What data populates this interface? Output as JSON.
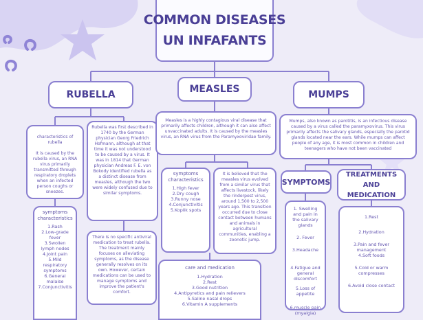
{
  "title": {
    "line1": "COMMON DISEASES",
    "line2": "UN INFAFANTS"
  },
  "rubella": {
    "heading": "RUBELLA",
    "characteristics": "characteristics of rubella\n\nIt is caused by the rubella virus, an RNA virus primarily transmitted through respiratory droplets when an infected person coughs or sneezes.",
    "history": "Rubella was first described in 1740 by the German physician Georg Friedrich Hofmann, although at that time it was not understood to be caused by a virus. It was in 1814 that German physician Andreas F. E. von Bokody identified rubella as a distinct disease from measles, although the two were widely confused due to similar symptoms.",
    "symptoms_title": "symptoms characteristics",
    "symptoms": [
      "1.Rash",
      "2.Low-grade fever",
      "3.Swollen lymph nodes",
      "4.Joint pain",
      "5.Mild respiratory symptoms",
      "6.General malaise",
      "7.Conjunctivitis"
    ],
    "treatment": "There is no specific antiviral medication to treat rubella. The treatment mainly focuses on alleviating symptoms, as the disease generally resolves on its own. However, certain medications can be used to manage symptoms and improve the patient's comfort."
  },
  "measles": {
    "heading": "MEASLES",
    "description": "Measles is a highly contagious viral disease that primarily affects children, although it can also affect unvaccinated adults. It is caused by the measles virus, an RNA virus from the Paramyxoviridae family.",
    "symptoms_title": "symptoms characteristics",
    "symptoms": [
      "1.High fever",
      "2.Dry cough",
      "3.Runny nose",
      "4.Conjunctivitis",
      "5.Koplik spots"
    ],
    "origin": "It is believed that the measles virus evolved from a similar virus that affects livestock, likely the rinderpest virus, around 1,500 to 2,500 years ago. This transition occurred due to close contact between humans and animals in agricultural communities, enabling a zoonotic jump.",
    "care_title": "care and medication",
    "care": [
      "1.Hydration",
      "2.Rest",
      "3.Good nutrition",
      "4.Antipyretics and pain relievers",
      "5.Saline nasal drops",
      "6.Vitamin A supplements"
    ]
  },
  "mumps": {
    "heading": "MUMPS",
    "description": "Mumps, also known as parotitis, is an infectious disease caused by a virus called the paramyxovirus. This virus primarily affects the salivary glands, especially the parotid glands located near the ears. While mumps can affect people of any age, it is most common in children and teenagers who have not been vaccinated",
    "symptoms_heading": "SYMPTOMS",
    "symptoms": [
      "1. Swelling and pain in the salivary glands",
      "2. Fever",
      "3.Headache",
      "4.Fatigue and general discomfort",
      "5.Loss of appetite",
      "6.muscle pain (myalgia)"
    ],
    "treatment_heading_1": "TREATMENTS",
    "treatment_heading_2": "AND MEDICATION",
    "treatments": [
      "1.Rest",
      "2.Hydration",
      "3.Pain and fever management",
      "4.Soft foods",
      "5.Cold or warm compresses",
      "6.Avoid close contact"
    ]
  },
  "colors": {
    "background": "#eeecf8",
    "border": "#8a7fd0",
    "text": "#5b4fa3",
    "decor": "#c9c2ee"
  }
}
